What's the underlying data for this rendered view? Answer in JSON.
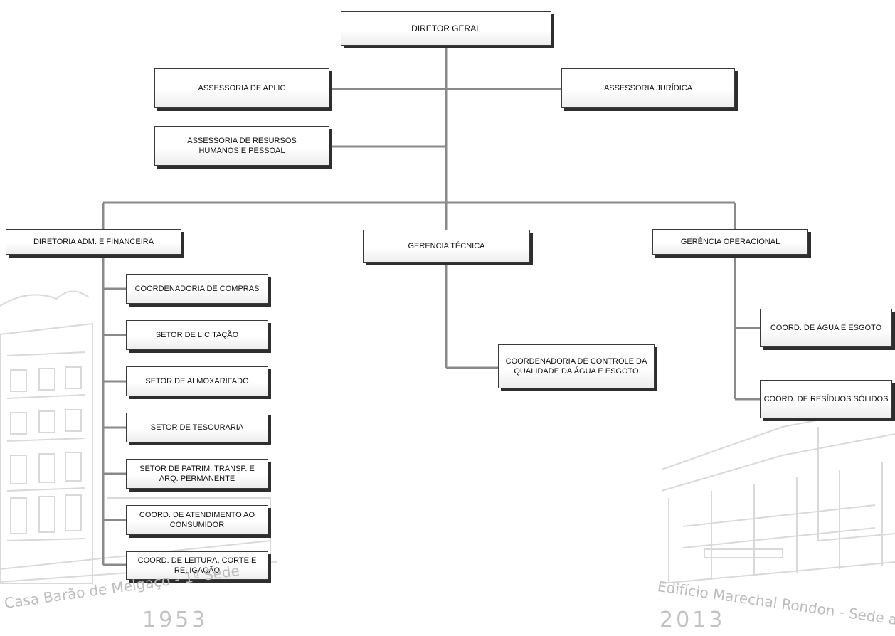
{
  "org": {
    "director": "DIRETOR GERAL",
    "advisory": {
      "aplic": "ASSESSORIA DE APLIC",
      "juridica": "ASSESSORIA JURÍDICA",
      "rh_line1": "ASSESSORIA DE RESURSOS",
      "rh_line2": "HUMANOS E PESSOAL"
    },
    "departments": {
      "adm": "DIRETORIA ADM. E FINANCEIRA",
      "tecnica": "GERENCIA TÉCNICA",
      "operacional": "GERÊNCIA OPERACIONAL"
    },
    "adm_units": [
      [
        "COORDENADORIA DE COMPRAS"
      ],
      [
        "SETOR DE LICITAÇÃO"
      ],
      [
        "SETOR DE ALMOXARIFADO"
      ],
      [
        "SETOR DE TESOURARIA"
      ],
      [
        "SETOR DE PATRIM. TRANSP. E",
        "ARQ. PERMANENTE"
      ],
      [
        "COORD. DE ATENDIMENTO AO",
        "CONSUMIDOR"
      ],
      [
        "COORD. DE LEITURA, CORTE E",
        "RELIGAÇÃO"
      ]
    ],
    "tecnica_units": [
      [
        "COORDENADORIA DE CONTROLE DA",
        "QUALIDADE DA ÁGUA E ESGOTO"
      ]
    ],
    "operacional_units": [
      [
        "COORD. DE ÁGUA E ESGOTO"
      ],
      [
        "COORD. DE RESÍDUOS SÓLIDOS"
      ]
    ]
  },
  "watermarks": {
    "left_caption": "Casa Barão de Melgaço - 1ª Sede",
    "left_year": "1953",
    "right_caption": "Edifício Marechal Rondon - Sede atual",
    "right_year": "2013"
  }
}
